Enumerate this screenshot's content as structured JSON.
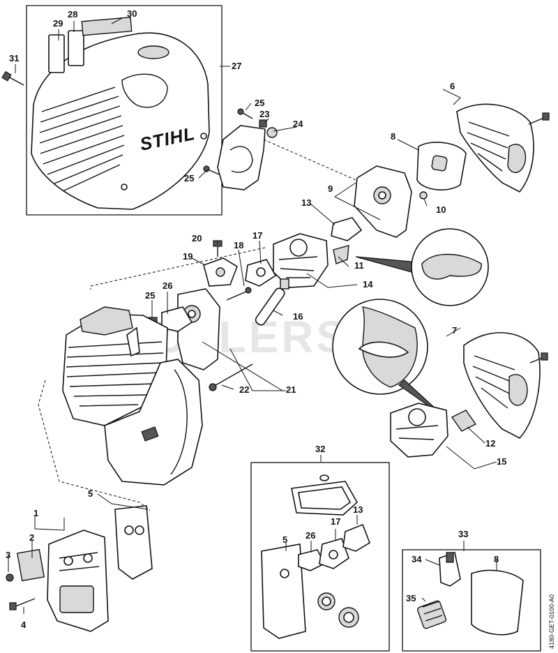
{
  "brand_label": "STIHL",
  "watermark": "CUTLERS",
  "drawing_code": "4180-GET-0100-A0",
  "callouts": [
    {
      "id": "c1",
      "text": "1"
    },
    {
      "id": "c2",
      "text": "2"
    },
    {
      "id": "c3",
      "text": "3"
    },
    {
      "id": "c4",
      "text": "4"
    },
    {
      "id": "c5a",
      "text": "5"
    },
    {
      "id": "c5b",
      "text": "5"
    },
    {
      "id": "c6",
      "text": "6"
    },
    {
      "id": "c7",
      "text": "7"
    },
    {
      "id": "c8a",
      "text": "8"
    },
    {
      "id": "c8b",
      "text": "8"
    },
    {
      "id": "c9",
      "text": "9"
    },
    {
      "id": "c10",
      "text": "10"
    },
    {
      "id": "c11",
      "text": "11"
    },
    {
      "id": "c12",
      "text": "12"
    },
    {
      "id": "c13a",
      "text": "13"
    },
    {
      "id": "c13b",
      "text": "13"
    },
    {
      "id": "c14",
      "text": "14"
    },
    {
      "id": "c15",
      "text": "15"
    },
    {
      "id": "c16",
      "text": "16"
    },
    {
      "id": "c17a",
      "text": "17"
    },
    {
      "id": "c17b",
      "text": "17"
    },
    {
      "id": "c18",
      "text": "18"
    },
    {
      "id": "c19",
      "text": "19"
    },
    {
      "id": "c20",
      "text": "20"
    },
    {
      "id": "c21",
      "text": "21"
    },
    {
      "id": "c22",
      "text": "22"
    },
    {
      "id": "c23",
      "text": "23"
    },
    {
      "id": "c24",
      "text": "24"
    },
    {
      "id": "c25a",
      "text": "25"
    },
    {
      "id": "c25b",
      "text": "25"
    },
    {
      "id": "c25c",
      "text": "25"
    },
    {
      "id": "c26a",
      "text": "26"
    },
    {
      "id": "c26b",
      "text": "26"
    },
    {
      "id": "c27",
      "text": "27"
    },
    {
      "id": "c28",
      "text": "28"
    },
    {
      "id": "c29",
      "text": "29"
    },
    {
      "id": "c30",
      "text": "30"
    },
    {
      "id": "c31",
      "text": "31"
    },
    {
      "id": "c32",
      "text": "32"
    },
    {
      "id": "c33",
      "text": "33"
    },
    {
      "id": "c34",
      "text": "34"
    },
    {
      "id": "c35",
      "text": "35"
    }
  ]
}
